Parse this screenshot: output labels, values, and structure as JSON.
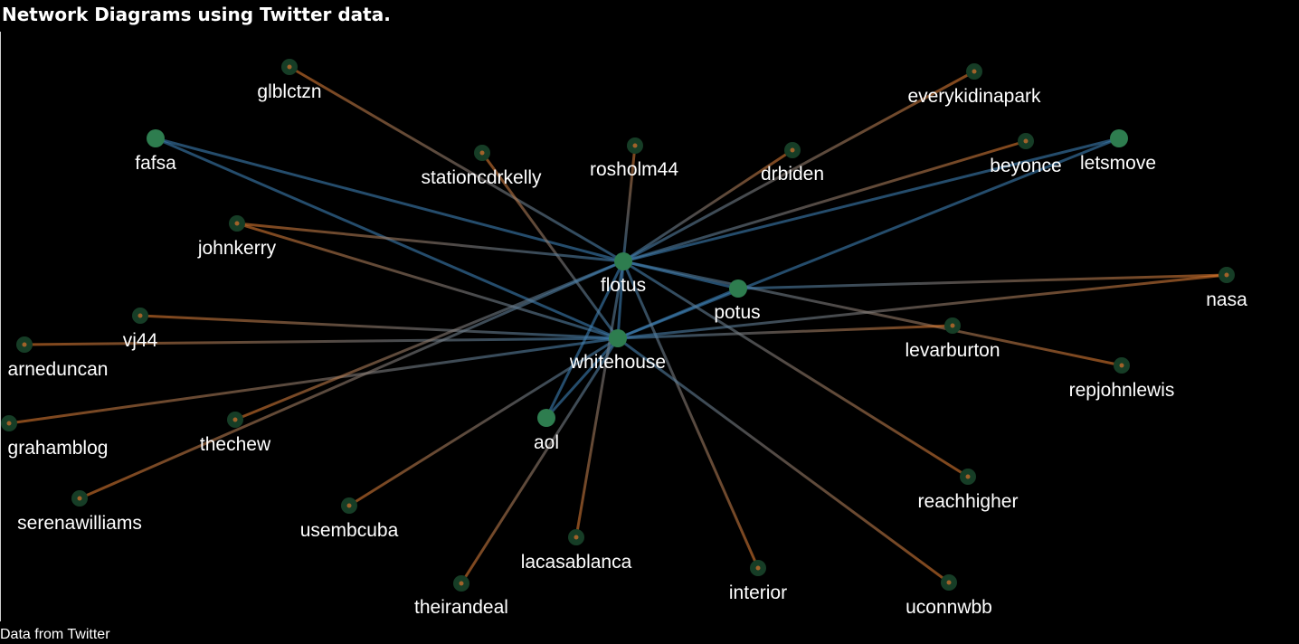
{
  "title": "Network Diagrams using Twitter data.",
  "caption": "Data from Twitter",
  "colors": {
    "background": "#000000",
    "hub_node": "#2e7d4f",
    "leaf_node": "#163d26",
    "edge_hub": "#3d7fb3",
    "edge_leaf": "#e0782a"
  },
  "nodes": [
    {
      "id": "flotus",
      "label": "flotus",
      "type": "hub"
    },
    {
      "id": "whitehouse",
      "label": "whitehouse",
      "type": "hub"
    },
    {
      "id": "potus",
      "label": "potus",
      "type": "hub"
    },
    {
      "id": "aol",
      "label": "aol",
      "type": "hub"
    },
    {
      "id": "letsmove",
      "label": "letsmove",
      "type": "hub"
    },
    {
      "id": "fafsa",
      "label": "fafsa",
      "type": "hub"
    },
    {
      "id": "glblctzn",
      "label": "glblctzn",
      "type": "leaf"
    },
    {
      "id": "stationcdrkelly",
      "label": "stationcdrkelly",
      "type": "leaf"
    },
    {
      "id": "rosholm44",
      "label": "rosholm44",
      "type": "leaf"
    },
    {
      "id": "drbiden",
      "label": "drbiden",
      "type": "leaf"
    },
    {
      "id": "everykidinapark",
      "label": "everykidinapark",
      "type": "leaf"
    },
    {
      "id": "beyonce",
      "label": "beyonce",
      "type": "leaf"
    },
    {
      "id": "johnkerry",
      "label": "johnkerry",
      "type": "leaf"
    },
    {
      "id": "vj44",
      "label": "vj44",
      "type": "leaf"
    },
    {
      "id": "arneduncan",
      "label": "arneduncan",
      "type": "leaf"
    },
    {
      "id": "grahamblog",
      "label": "grahamblog",
      "type": "leaf"
    },
    {
      "id": "thechew",
      "label": "thechew",
      "type": "leaf"
    },
    {
      "id": "serenawilliams",
      "label": "serenawilliams",
      "type": "leaf"
    },
    {
      "id": "usembcuba",
      "label": "usembcuba",
      "type": "leaf"
    },
    {
      "id": "theirandeal",
      "label": "theirandeal",
      "type": "leaf"
    },
    {
      "id": "lacasablanca",
      "label": "lacasablanca",
      "type": "leaf"
    },
    {
      "id": "interior",
      "label": "interior",
      "type": "leaf"
    },
    {
      "id": "uconnwbb",
      "label": "uconnwbb",
      "type": "leaf"
    },
    {
      "id": "reachhigher",
      "label": "reachhigher",
      "type": "leaf"
    },
    {
      "id": "repjohnlewis",
      "label": "repjohnlewis",
      "type": "leaf"
    },
    {
      "id": "levarburton",
      "label": "levarburton",
      "type": "leaf"
    },
    {
      "id": "nasa",
      "label": "nasa",
      "type": "leaf"
    }
  ],
  "edges": [
    [
      "flotus",
      "whitehouse"
    ],
    [
      "flotus",
      "potus"
    ],
    [
      "whitehouse",
      "potus"
    ],
    [
      "flotus",
      "aol"
    ],
    [
      "whitehouse",
      "aol"
    ],
    [
      "flotus",
      "letsmove"
    ],
    [
      "whitehouse",
      "letsmove"
    ],
    [
      "flotus",
      "fafsa"
    ],
    [
      "whitehouse",
      "fafsa"
    ],
    [
      "flotus",
      "glblctzn"
    ],
    [
      "whitehouse",
      "stationcdrkelly"
    ],
    [
      "flotus",
      "rosholm44"
    ],
    [
      "flotus",
      "drbiden"
    ],
    [
      "flotus",
      "everykidinapark"
    ],
    [
      "flotus",
      "beyonce"
    ],
    [
      "flotus",
      "johnkerry"
    ],
    [
      "whitehouse",
      "johnkerry"
    ],
    [
      "whitehouse",
      "vj44"
    ],
    [
      "whitehouse",
      "arneduncan"
    ],
    [
      "whitehouse",
      "grahamblog"
    ],
    [
      "flotus",
      "thechew"
    ],
    [
      "flotus",
      "serenawilliams"
    ],
    [
      "whitehouse",
      "usembcuba"
    ],
    [
      "whitehouse",
      "theirandeal"
    ],
    [
      "flotus",
      "lacasablanca"
    ],
    [
      "flotus",
      "interior"
    ],
    [
      "whitehouse",
      "uconnwbb"
    ],
    [
      "flotus",
      "reachhigher"
    ],
    [
      "flotus",
      "repjohnlewis"
    ],
    [
      "whitehouse",
      "levarburton"
    ],
    [
      "potus",
      "nasa"
    ],
    [
      "whitehouse",
      "nasa"
    ]
  ]
}
